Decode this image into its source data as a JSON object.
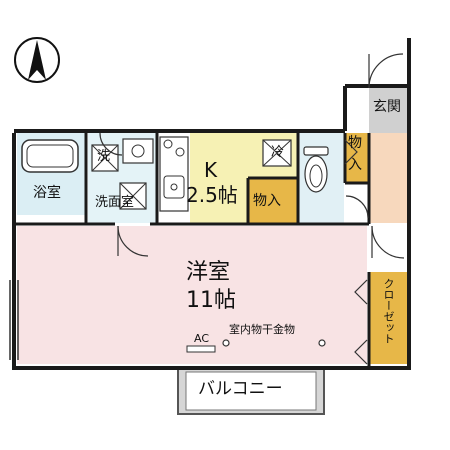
{
  "compass": {
    "icon": "north-arrow-icon"
  },
  "rooms": {
    "entrance": "玄関",
    "bath": "浴室",
    "washroom": "洗面室",
    "washer_mark": "洗",
    "kitchen_letter": "K",
    "kitchen_size": "2.5帖",
    "storage_kitchen": "物入",
    "storage_entrance_1": "物",
    "storage_entrance_2": "入",
    "main_room": "洋室",
    "main_room_size": "11帖",
    "closet": "クローゼット",
    "indoor_drying": "室内物干金物",
    "ac": "AC",
    "balcony": "バルコニー",
    "fridge_mark": "冷"
  },
  "colors": {
    "wall": "#1a1a1a",
    "bath_fill": "#dbeef4",
    "washroom_fill": "#e4f3f7",
    "kitchen_fill": "#f6f1b4",
    "storage_fill": "#e7b748",
    "toilet_fill": "#e1f0f5",
    "entrance_hall_fill": "#f7d8bd",
    "entrance_fill": "#d0d0d0",
    "main_room_fill": "#f8e3e4",
    "balcony_fill": "#d6d6d6"
  }
}
